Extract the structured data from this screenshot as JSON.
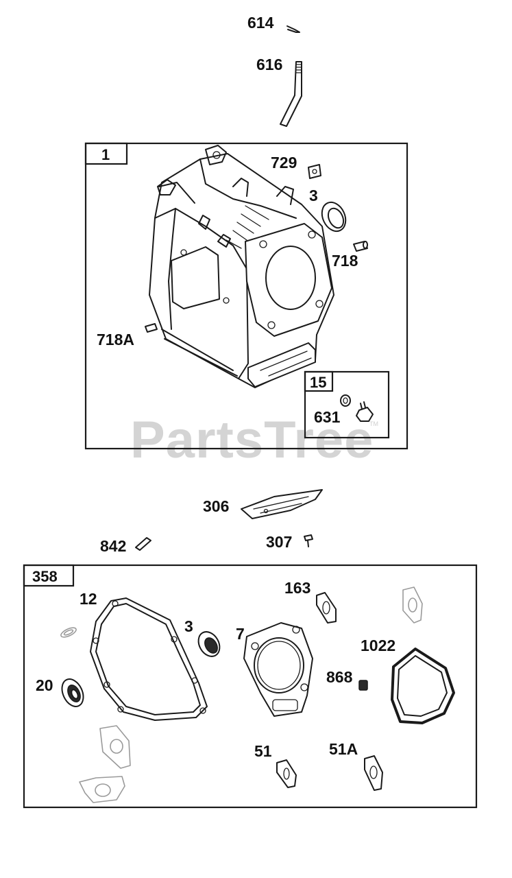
{
  "watermark": {
    "text": "PartsTree",
    "trademark": "TM"
  },
  "colors": {
    "line": "#1a1a1a",
    "watermark": "#d4d4d4",
    "ghost_part": "#9a9a9a"
  },
  "callouts": {
    "c614": "614",
    "c616": "616",
    "c729": "729",
    "c3_block": "3",
    "c718": "718",
    "c718a": "718A",
    "c631": "631",
    "c306": "306",
    "c307": "307",
    "c842": "842",
    "c12": "12",
    "c3_kit": "3",
    "c7": "7",
    "c163": "163",
    "c1022": "1022",
    "c20": "20",
    "c868": "868",
    "c51": "51",
    "c51a": "51A"
  },
  "groups": {
    "block": {
      "label": "1"
    },
    "bolt_kit": {
      "label": "15"
    },
    "gasket_set": {
      "label": "358"
    }
  }
}
